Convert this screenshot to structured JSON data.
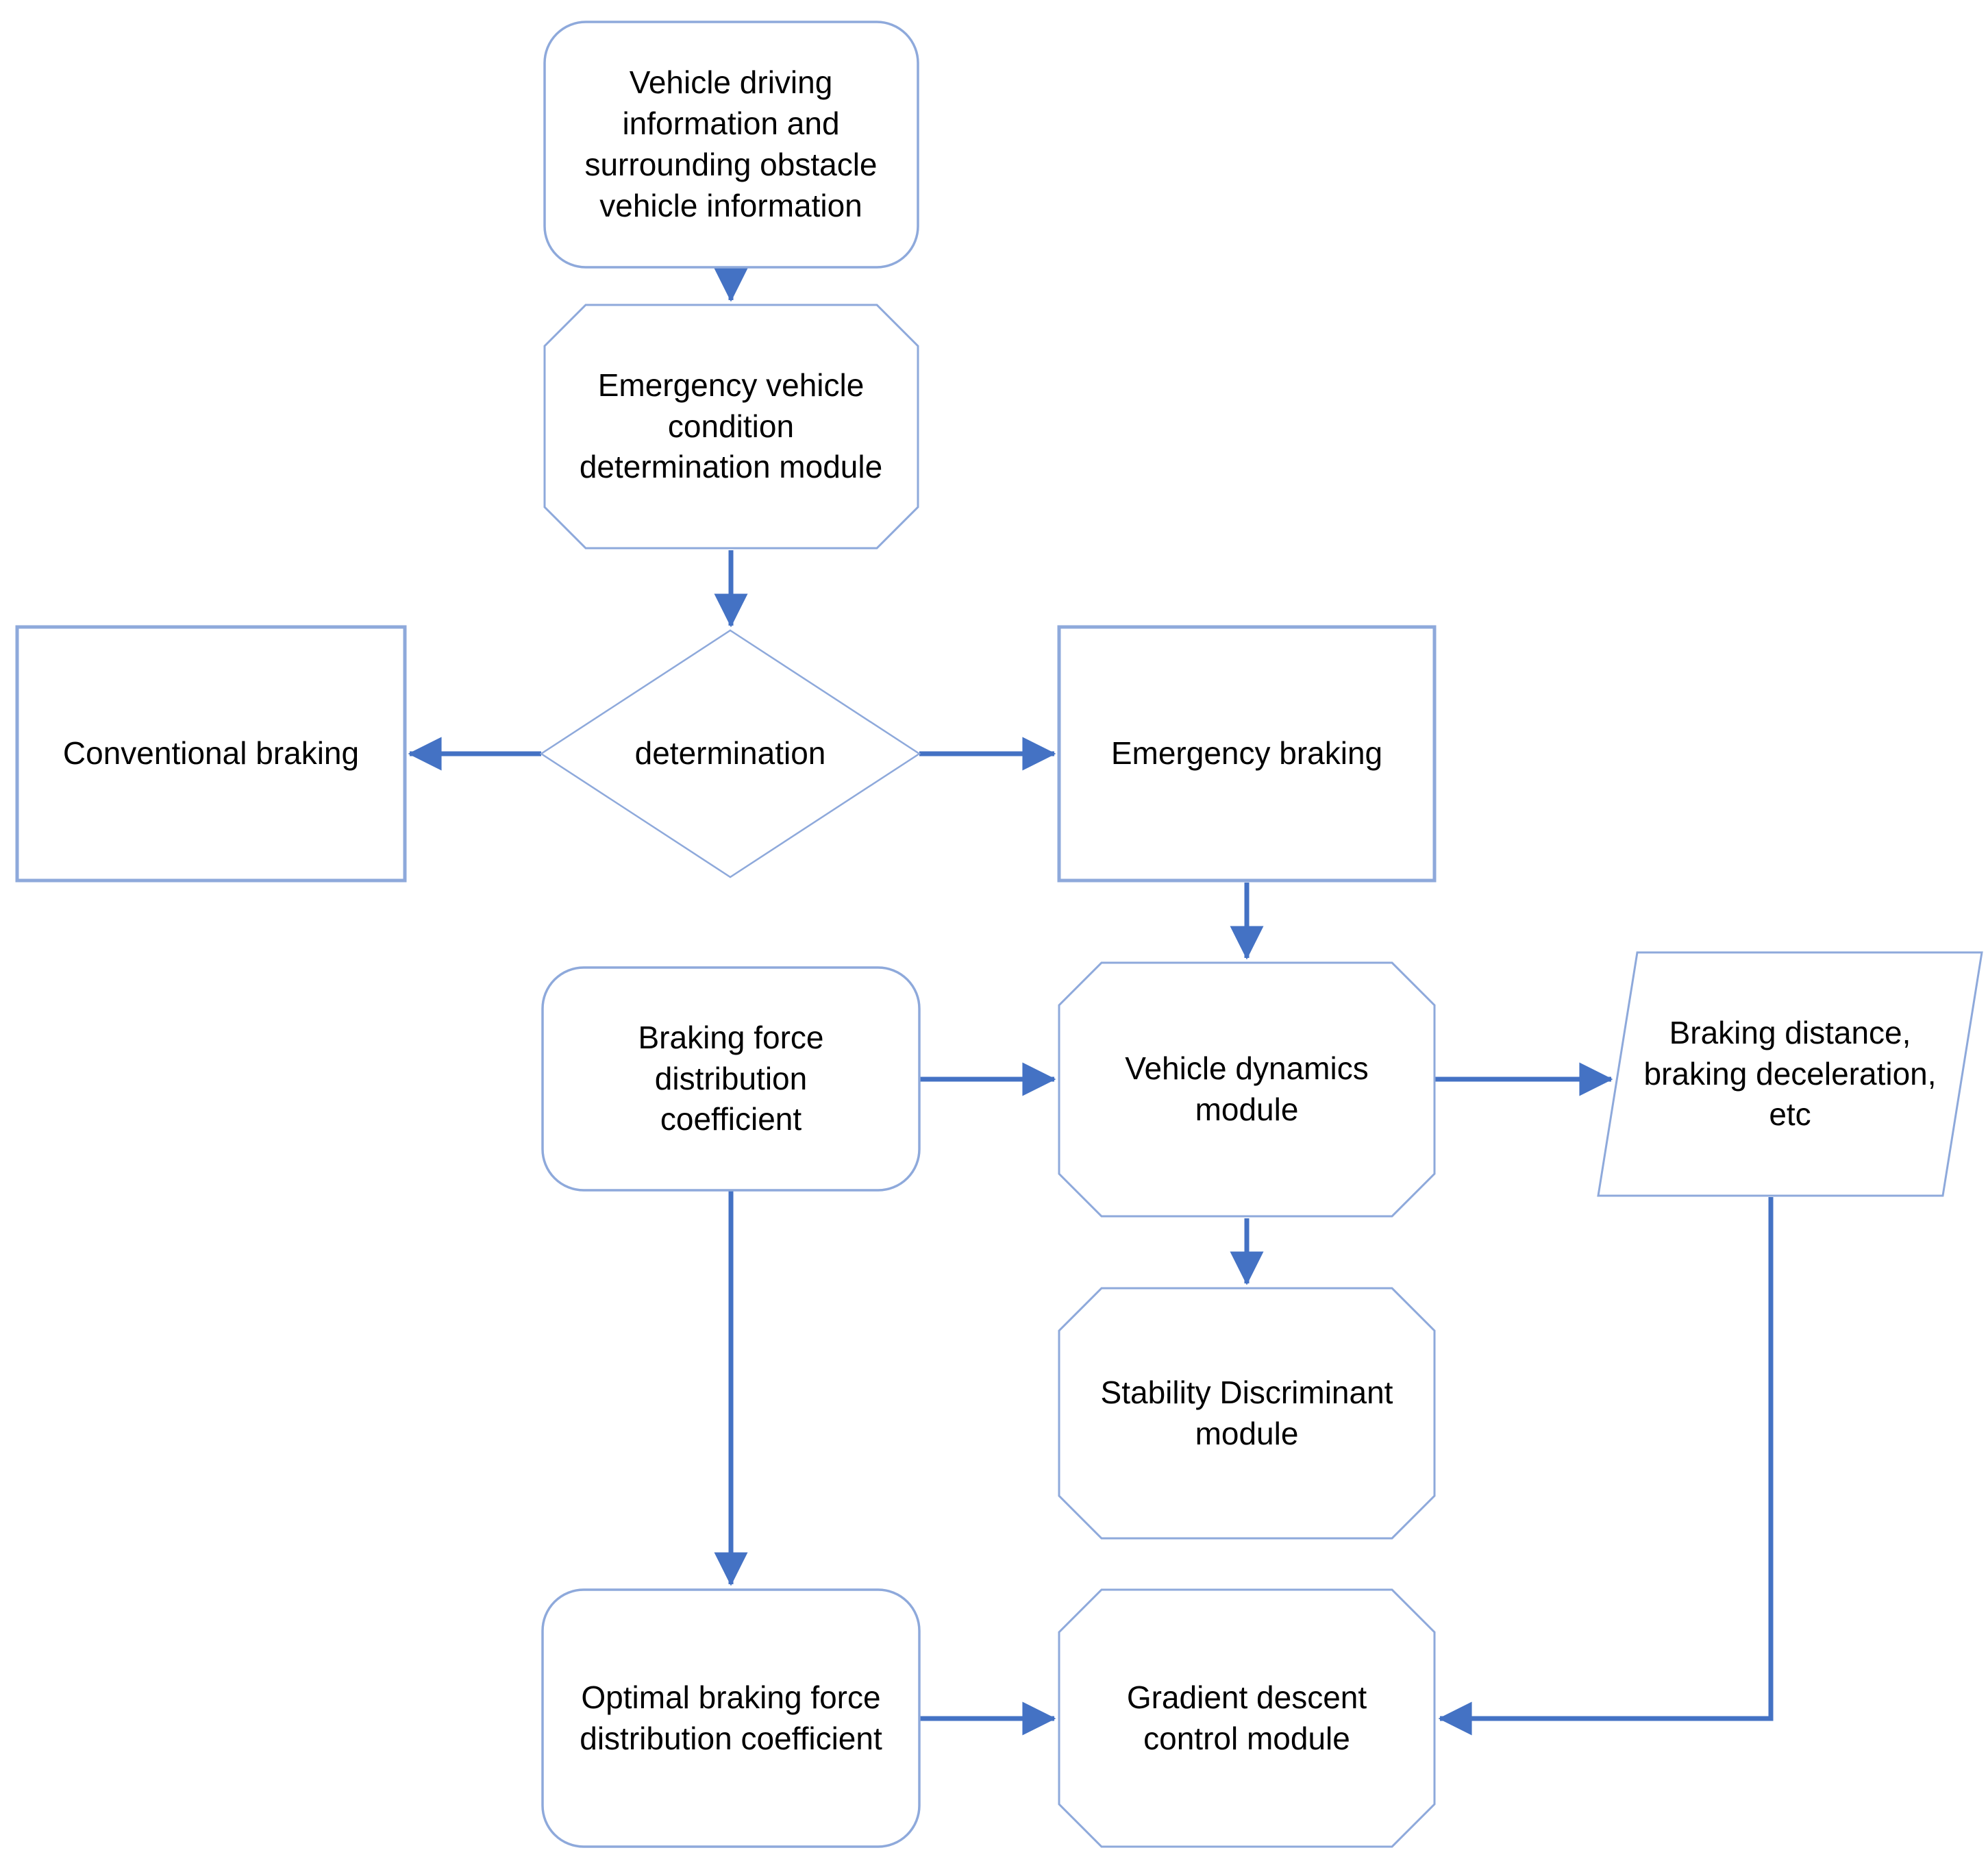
{
  "colors": {
    "background": "#FFFFFF",
    "node-fill": "#FFFFFF",
    "node-border": "#8EA9DB",
    "arrow-color": "#4472C4",
    "text-color": "#000000"
  },
  "diagram": {
    "type": "flowchart",
    "nodes": [
      {
        "id": "input",
        "shape": "rounded-rectangle",
        "label": "Vehicle driving information and surrounding obstacle vehicle information"
      },
      {
        "id": "emergency-module",
        "shape": "octagon",
        "label": "Emergency vehicle condition determination module"
      },
      {
        "id": "determination",
        "shape": "diamond",
        "label": "determination"
      },
      {
        "id": "conventional-braking",
        "shape": "rectangle",
        "label": "Conventional braking"
      },
      {
        "id": "emergency-braking",
        "shape": "rectangle",
        "label": "Emergency braking"
      },
      {
        "id": "braking-coefficient",
        "shape": "rounded-rectangle",
        "label": "Braking force distribution coefficient"
      },
      {
        "id": "vehicle-dynamics",
        "shape": "octagon",
        "label": "Vehicle dynamics module"
      },
      {
        "id": "braking-outputs",
        "shape": "parallelogram",
        "label": "Braking distance, braking deceleration, etc"
      },
      {
        "id": "stability-discriminant",
        "shape": "octagon",
        "label": "Stability Discriminant module"
      },
      {
        "id": "optimal-coefficient",
        "shape": "rounded-rectangle",
        "label": "Optimal braking force distribution coefficient"
      },
      {
        "id": "gradient-descent",
        "shape": "octagon",
        "label": "Gradient descent control module"
      }
    ],
    "edges": [
      {
        "from": "input",
        "to": "emergency-module"
      },
      {
        "from": "emergency-module",
        "to": "determination"
      },
      {
        "from": "determination",
        "to": "conventional-braking"
      },
      {
        "from": "determination",
        "to": "emergency-braking"
      },
      {
        "from": "emergency-braking",
        "to": "vehicle-dynamics"
      },
      {
        "from": "braking-coefficient",
        "to": "vehicle-dynamics"
      },
      {
        "from": "vehicle-dynamics",
        "to": "braking-outputs"
      },
      {
        "from": "vehicle-dynamics",
        "to": "stability-discriminant"
      },
      {
        "from": "braking-coefficient",
        "to": "optimal-coefficient"
      },
      {
        "from": "optimal-coefficient",
        "to": "gradient-descent"
      },
      {
        "from": "braking-outputs",
        "to": "gradient-descent"
      }
    ]
  }
}
